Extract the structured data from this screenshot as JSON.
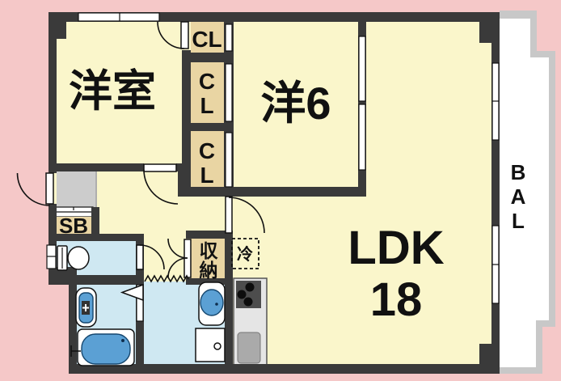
{
  "title": "apartment-floor-plan",
  "colors": {
    "pink": "#f5c8c8",
    "room_yellow": "#faf6cb",
    "closet_beige": "#e9d5a3",
    "wet_blue": "#cfe8f2",
    "wall": "#3a3a3a",
    "balcony_gray": "#c8c8c8",
    "entrance_gray": "#cccccc",
    "fixture_blue": "#5ba0d4",
    "counter_gray": "#e5e5e5"
  },
  "rooms": {
    "western_room": {
      "label": "洋室"
    },
    "western_room_6": {
      "label": "洋6"
    },
    "ldk": {
      "label": "LDK",
      "size": "18"
    },
    "balcony": {
      "l1": "B",
      "l2": "A",
      "l3": "L"
    },
    "closet_top": {
      "label": "CL"
    },
    "closet_middle": {
      "l1": "C",
      "l2": "L"
    },
    "closet_bottom": {
      "l1": "C",
      "l2": "L"
    },
    "storage": {
      "l1": "収",
      "l2": "納"
    },
    "refrigerator": {
      "label": "冷"
    },
    "shoe_box": {
      "label": "SB"
    }
  }
}
